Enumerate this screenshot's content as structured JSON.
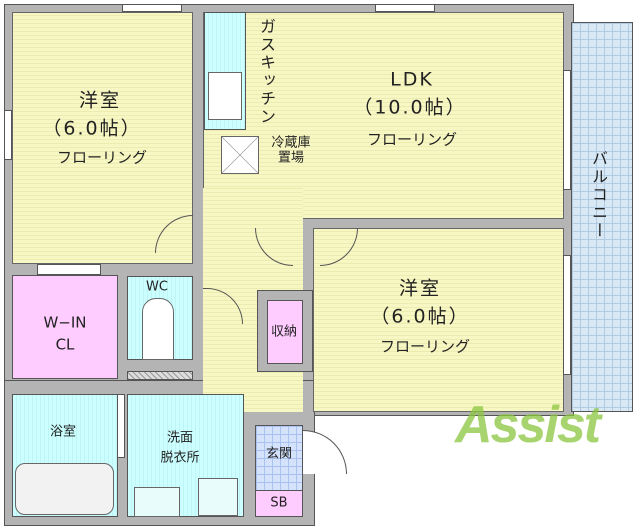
{
  "rooms": {
    "western1": {
      "name": "洋室",
      "size": "（6.0帖）",
      "floor": "フローリング"
    },
    "kitchen": {
      "name": "ガスキッチン"
    },
    "fridge": {
      "line1": "冷蔵庫",
      "line2": "置場"
    },
    "ldk": {
      "name": "LDK",
      "size": "（10.0帖）",
      "floor": "フローリング"
    },
    "balcony": {
      "name": "バルコニー"
    },
    "western2": {
      "name": "洋室",
      "size": "（6.0帖）",
      "floor": "フローリング"
    },
    "walkin": {
      "line1": "W−IN",
      "line2": "CL"
    },
    "wc": {
      "name": "WC"
    },
    "storage": {
      "name": "収納"
    },
    "bath": {
      "name": "浴室"
    },
    "washroom": {
      "line1": "洗面",
      "line2": "脱衣所"
    },
    "entrance": {
      "name": "玄関"
    },
    "shoebox": {
      "name": "SB"
    }
  },
  "logo": {
    "text": "Assist"
  },
  "colors": {
    "floor": "#f7f7c4",
    "wet": "#ccffff",
    "storage": "#ffccff",
    "tile": "#d4e2fb",
    "logo": "#8cc63f",
    "logo_accent": "#e6007e"
  }
}
